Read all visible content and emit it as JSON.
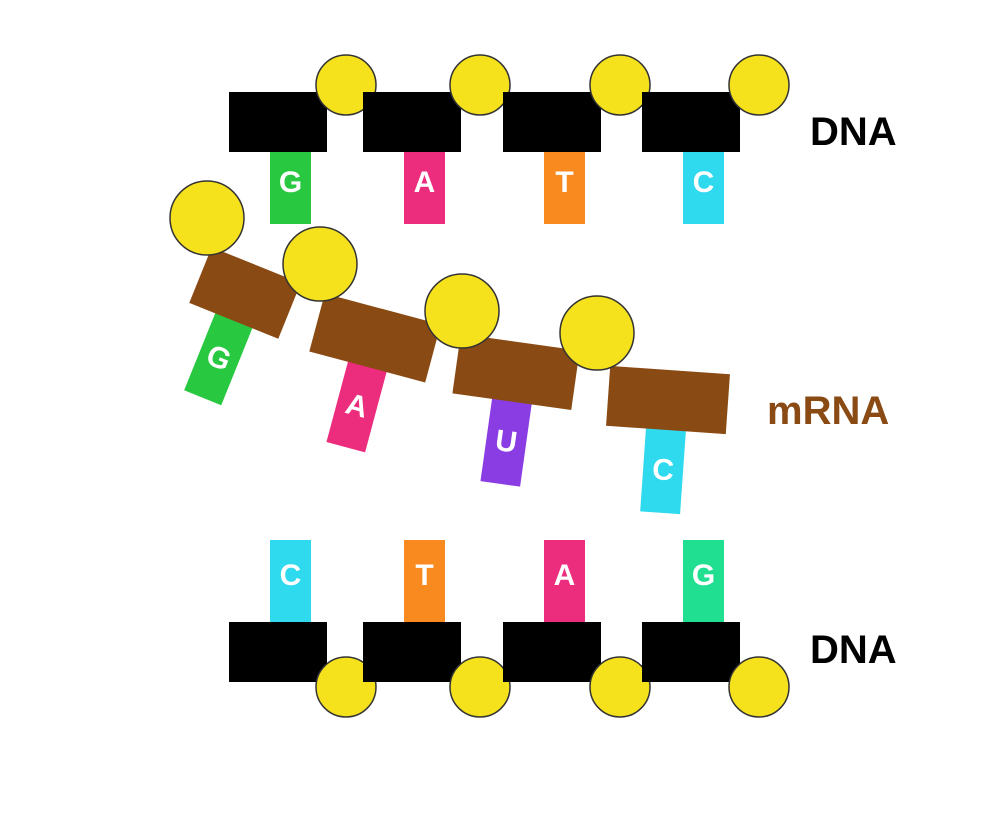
{
  "colors": {
    "phosphate": "#f5e21c",
    "dna_sugar": "#000000",
    "rna_sugar": "#8a4a14",
    "dna_label": "#000000",
    "mrna_label": "#8a4a14"
  },
  "top_dna": {
    "label": "DNA",
    "bases": [
      {
        "letter": "G",
        "color": "#28c840"
      },
      {
        "letter": "A",
        "color": "#ec2c7c"
      },
      {
        "letter": "T",
        "color": "#f98a1f"
      },
      {
        "letter": "C",
        "color": "#2fd9ee"
      }
    ]
  },
  "mrna": {
    "label": "mRNA",
    "bases": [
      {
        "letter": "G",
        "color": "#28c840"
      },
      {
        "letter": "A",
        "color": "#ec2c7c"
      },
      {
        "letter": "U",
        "color": "#8a3de2"
      },
      {
        "letter": "C",
        "color": "#2fd9ee"
      }
    ]
  },
  "bottom_dna": {
    "label": "DNA",
    "bases": [
      {
        "letter": "C",
        "color": "#2fd9ee"
      },
      {
        "letter": "T",
        "color": "#f98a1f"
      },
      {
        "letter": "A",
        "color": "#ec2c7c"
      },
      {
        "letter": "G",
        "color": "#20df90"
      }
    ]
  }
}
